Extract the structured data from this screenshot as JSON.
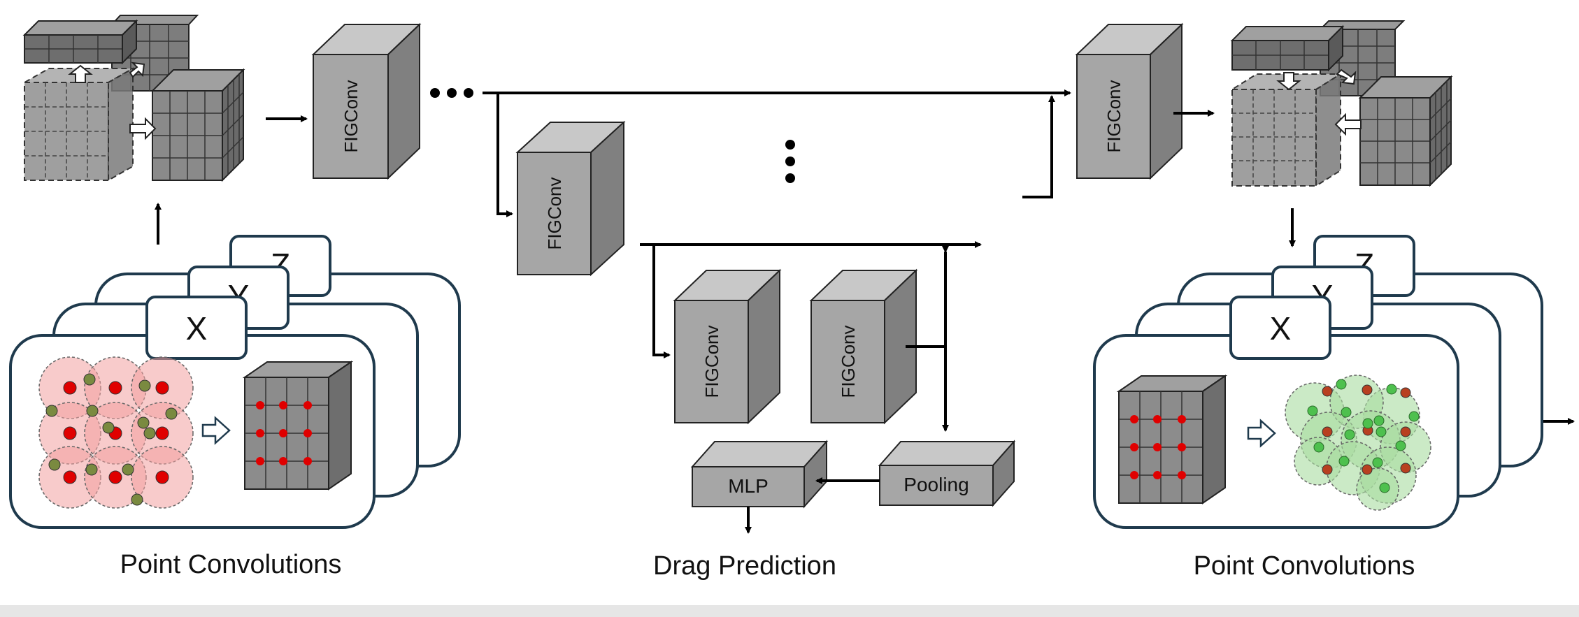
{
  "modules": {
    "block_label": "FIGConv",
    "mlp_label": "MLP",
    "pooling_label": "Pooling"
  },
  "axes": {
    "x": "X",
    "y": "Y",
    "z": "Z"
  },
  "captions": {
    "left": "Point Convolutions",
    "middle": "Drag Prediction",
    "right": "Point Convolutions"
  },
  "colors": {
    "block_front": "#a6a6a6",
    "block_side": "#808080",
    "block_top": "#c8c8c8",
    "card_stroke": "#1f3a4d",
    "input_point": "#e00000",
    "input_ball": "#f3a0a0",
    "output_ball": "#a8dca0",
    "output_point": "#2e9e2e",
    "feature_point": "#7a8a40"
  }
}
